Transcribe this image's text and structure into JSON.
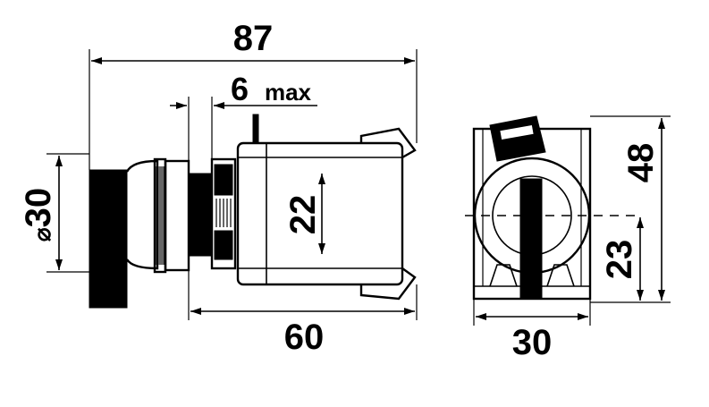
{
  "dimensions": {
    "overall_length": "87",
    "panel_thickness_value": "6",
    "panel_thickness_suffix": "max",
    "body_length": "60",
    "bezel_diameter_symbol": "⌀",
    "bezel_diameter_value": "30",
    "mount_hole": "22",
    "side_width": "30",
    "side_height": "48",
    "center_height": "23"
  }
}
